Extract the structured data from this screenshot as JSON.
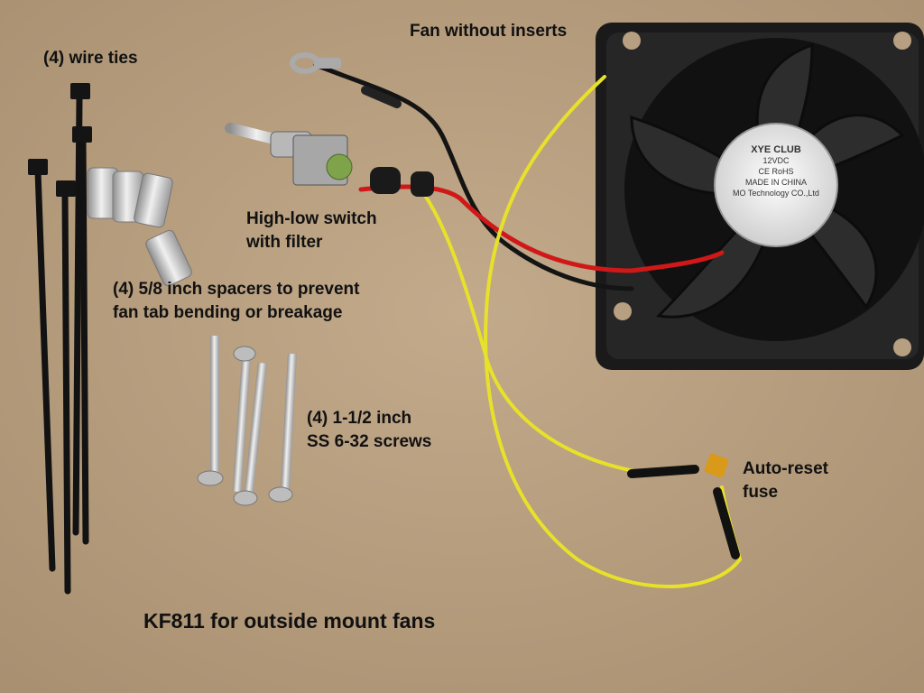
{
  "colors": {
    "cardboard": "#b79f81",
    "fan_plastic": "#1c1c1c",
    "wire_yellow": "#e8e12a",
    "wire_red": "#d01818",
    "wire_black": "#141414",
    "metal": "#c9c9c9",
    "fuse_orange": "#d99a1a"
  },
  "labels": {
    "wire_ties": "(4) wire ties",
    "fan": "Fan without inserts",
    "switch": "High-low switch\nwith filter",
    "spacers": "(4) 5/8 inch spacers to prevent\nfan tab bending or breakage",
    "screws": "(4) 1-1/2 inch\nSS 6-32 screws",
    "fuse": "Auto-reset\nfuse",
    "title": "KF811 for outside mount fans"
  },
  "fan_sticker": {
    "line1": "XYE CLUB",
    "line2": "12VDC",
    "line3": "CE RoHS",
    "line4": "MADE IN CHINA",
    "line5": "MO Technology CO.,Ltd"
  }
}
